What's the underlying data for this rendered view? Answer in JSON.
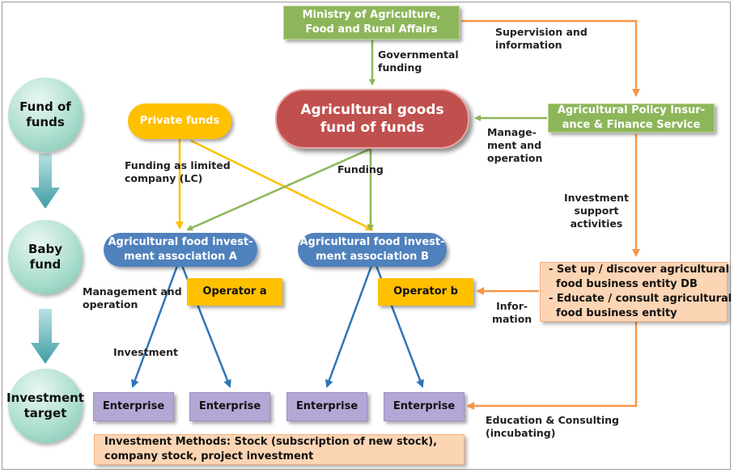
{
  "nodes": {
    "ministry": "Ministry of Agriculture,\nFood and Rural Affairs",
    "policy_service": "Agricultural Policy Insur-\nance & Finance Service",
    "private_funds": "Private funds",
    "fund_of_funds_box": "Agricultural goods\nfund of funds",
    "assoc_a": "Agricultural food invest-\nment association A",
    "assoc_b": "Agricultural food invest-\nment association B",
    "operator_a": "Operator a",
    "operator_b": "Operator b",
    "enterprise": "Enterprise",
    "support_box": "- Set up / discover agricultural\n  food business entity DB\n- Educate / consult agricultural\n  food business entity",
    "methods_box": "Investment Methods: Stock (subscription of new stock),\ncompany stock, project investment"
  },
  "levels": {
    "fund_of_funds": "Fund of\nfunds",
    "baby_fund": "Baby\nfund",
    "investment_target": "Investment\ntarget"
  },
  "labels": {
    "supervision": "Supervision and\ninformation",
    "governmental_funding": "Governmental\nfunding",
    "management_operation_right": "Manage-\nment and\noperation",
    "funding_lc": "Funding as limited\ncompany (LC)",
    "funding": "Funding",
    "investment_support": "Investment\nsupport\nactivities",
    "management_operation_left": "Management and\noperation",
    "information": "Infor-\nmation",
    "investment": "Investment",
    "education": "Education & Consulting\n(incubating)"
  },
  "colors": {
    "green": "#8db65a",
    "orange_arrow": "#f79646",
    "blue_arrow": "#2e75b6",
    "yellow_arrow": "#ffc000",
    "green_arrow": "#8db65a",
    "teal_arrow": "#4aa3a8"
  }
}
